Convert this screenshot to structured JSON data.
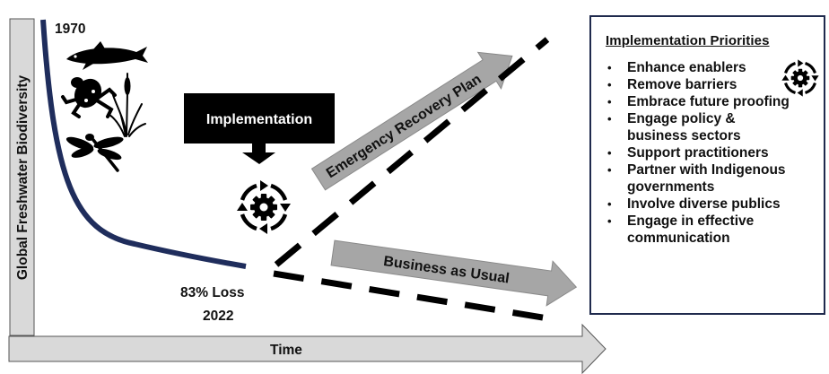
{
  "axis": {
    "y_label": "Global Freshwater Biodiversity",
    "x_label": "Time"
  },
  "curve": {
    "start_label": "1970",
    "loss_label": "83% Loss",
    "end_label": "2022"
  },
  "implementation": {
    "label": "Implementation"
  },
  "pathways": {
    "recovery_label": "Emergency Recovery Plan",
    "business_label": "Business as Usual"
  },
  "panel": {
    "title": "Implementation Priorities",
    "items": [
      "Enhance enablers",
      "Remove barriers",
      "Embrace future proofing",
      "Engage policy & business sectors",
      "Support practitioners",
      "Partner with Indigenous governments",
      "Involve diverse publics",
      "Engage in effective communication"
    ]
  },
  "icons": [
    "fish-icon",
    "frog-icon",
    "cattail-plant-icon",
    "dragonfly-icon",
    "cycle-gear-icon"
  ],
  "colors": {
    "curve": "#1f2d5c",
    "arrow_fill": "#a6a6a6",
    "box": "#000000",
    "dash": "#000000",
    "panel_border": "#1f2a4d"
  }
}
